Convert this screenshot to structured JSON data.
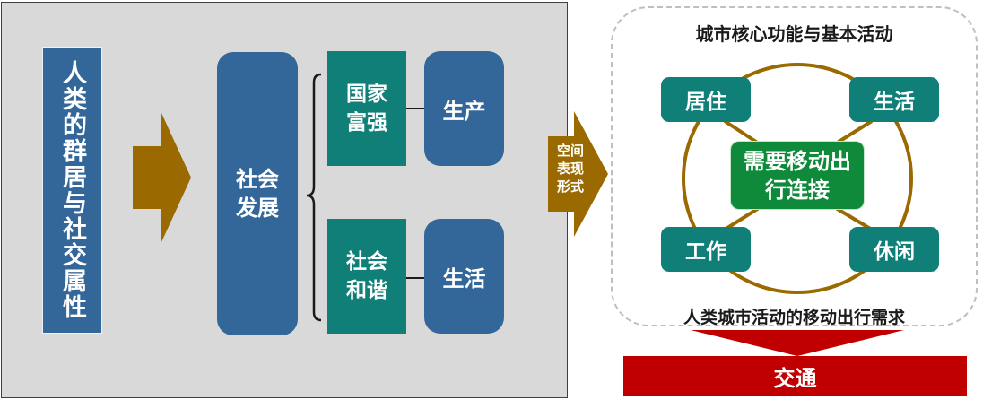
{
  "left": {
    "vertical_label": "人类的群居与社交属性",
    "social_development": "社会发展",
    "national_prosperity": "国家富强",
    "social_harmony": "社会和谐",
    "production": "生产",
    "life": "生活"
  },
  "transition": {
    "label": "空间表现形式"
  },
  "right": {
    "title": "城市核心功能与基本活动",
    "nodes": {
      "live": "居住",
      "life": "生活",
      "work": "工作",
      "leisure": "休闲"
    },
    "center": "需要移动出行连接",
    "caption": "人类城市活动的移动出行需求",
    "result": "交通"
  },
  "colors": {
    "blue": "#336699",
    "teal": "#0f7f78",
    "green": "#0f8a3a",
    "brown": "#9a6a00",
    "red": "#c00000",
    "gray_panel": "#d9d9d9"
  }
}
